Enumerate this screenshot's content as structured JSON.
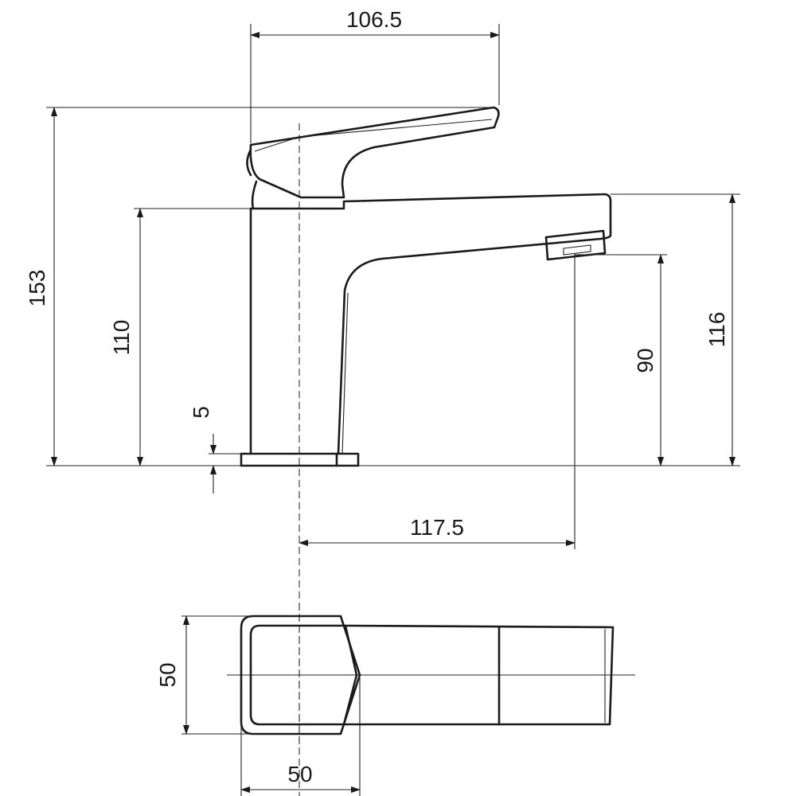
{
  "dimensions": {
    "top_width": "106.5",
    "total_height": "153",
    "body_height": "110",
    "base_thickness": "5",
    "spout_height": "90",
    "spout_top_height": "116",
    "spout_reach": "117.5",
    "plan_depth": "50",
    "plan_width": "50"
  }
}
